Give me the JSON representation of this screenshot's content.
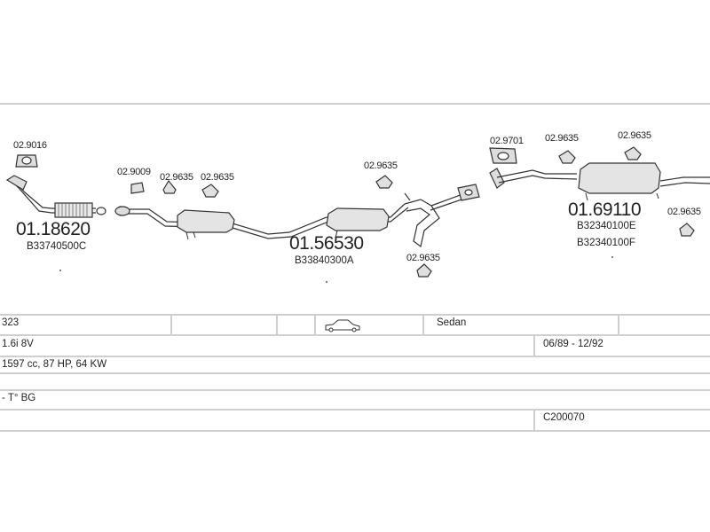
{
  "diagram": {
    "part_labels": {
      "p_029016": "02.9016",
      "p_018620": "01.18620",
      "p_b33740500c": "B33740500C",
      "p_029009": "02.9009",
      "p_029635_a": "02.9635",
      "p_029635_b": "02.9635",
      "p_015653": "01.56530",
      "p_b33840300a": "B33840300A",
      "p_029635_c": "02.9635",
      "p_029635_d": "02.9635",
      "p_029701": "02.9701",
      "p_029635_e": "02.9635",
      "p_029635_f": "02.9635",
      "p_016911": "01.69110",
      "p_b32340100e": "B32340100E",
      "p_b32340100f": "B32340100F",
      "p_029635_g": "02.9635"
    }
  },
  "vehicle_table": {
    "model": "323",
    "body_icon": "sedan-car-icon",
    "body_type": "Sedan",
    "engine": "1.6i  8V",
    "years": "06/89 - 12/92",
    "specs": "1597 cc, 87 HP, 64 KW",
    "notes": "- T° BG",
    "code": "C200070"
  }
}
